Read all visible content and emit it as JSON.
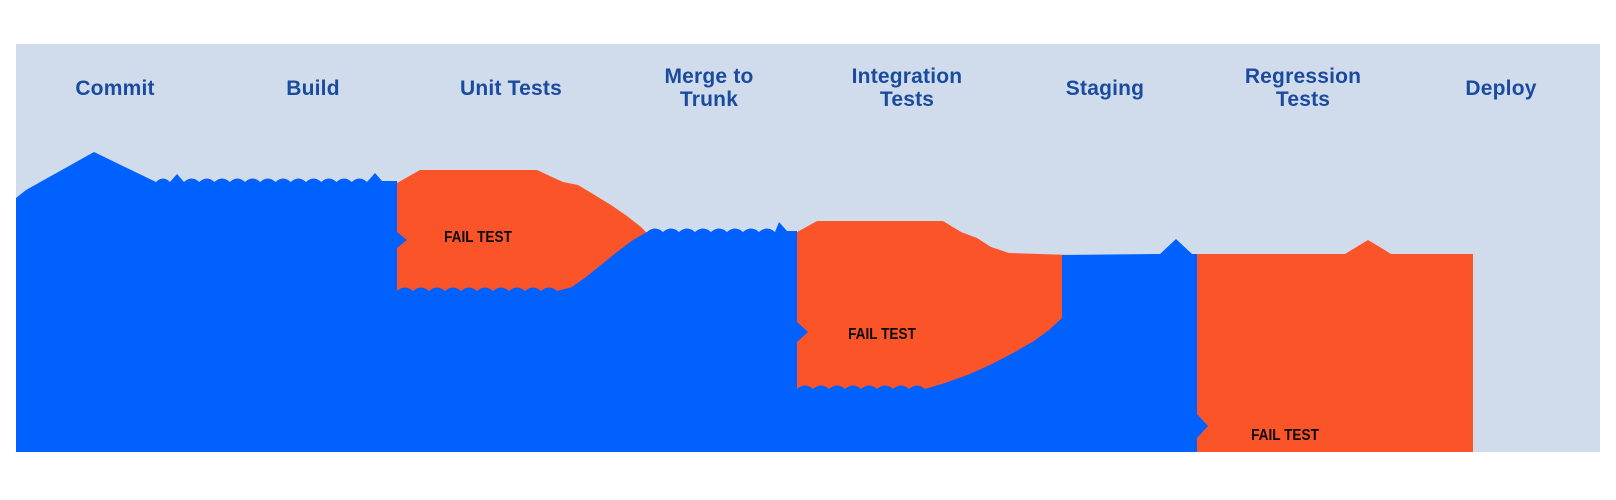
{
  "diagram": {
    "type": "ci-cd-pipeline-flow",
    "stage_labels": [
      "Commit",
      "Build",
      "Unit Tests",
      "Merge to Trunk",
      "Integration Tests",
      "Staging",
      "Regression Tests",
      "Deploy"
    ],
    "fail_labels": {
      "unit_tests": "FAIL TEST",
      "integration_tests": "FAIL TEST",
      "regression_tests": "FAIL TEST"
    },
    "colors": {
      "flow_blue": "#0061fe",
      "fail_orange": "#fb5429",
      "panel_background": "#d0dcec",
      "stage_label_text": "#1a4b9e",
      "fail_label_text": "#0a0a0a",
      "page_background": "#ffffff"
    }
  }
}
